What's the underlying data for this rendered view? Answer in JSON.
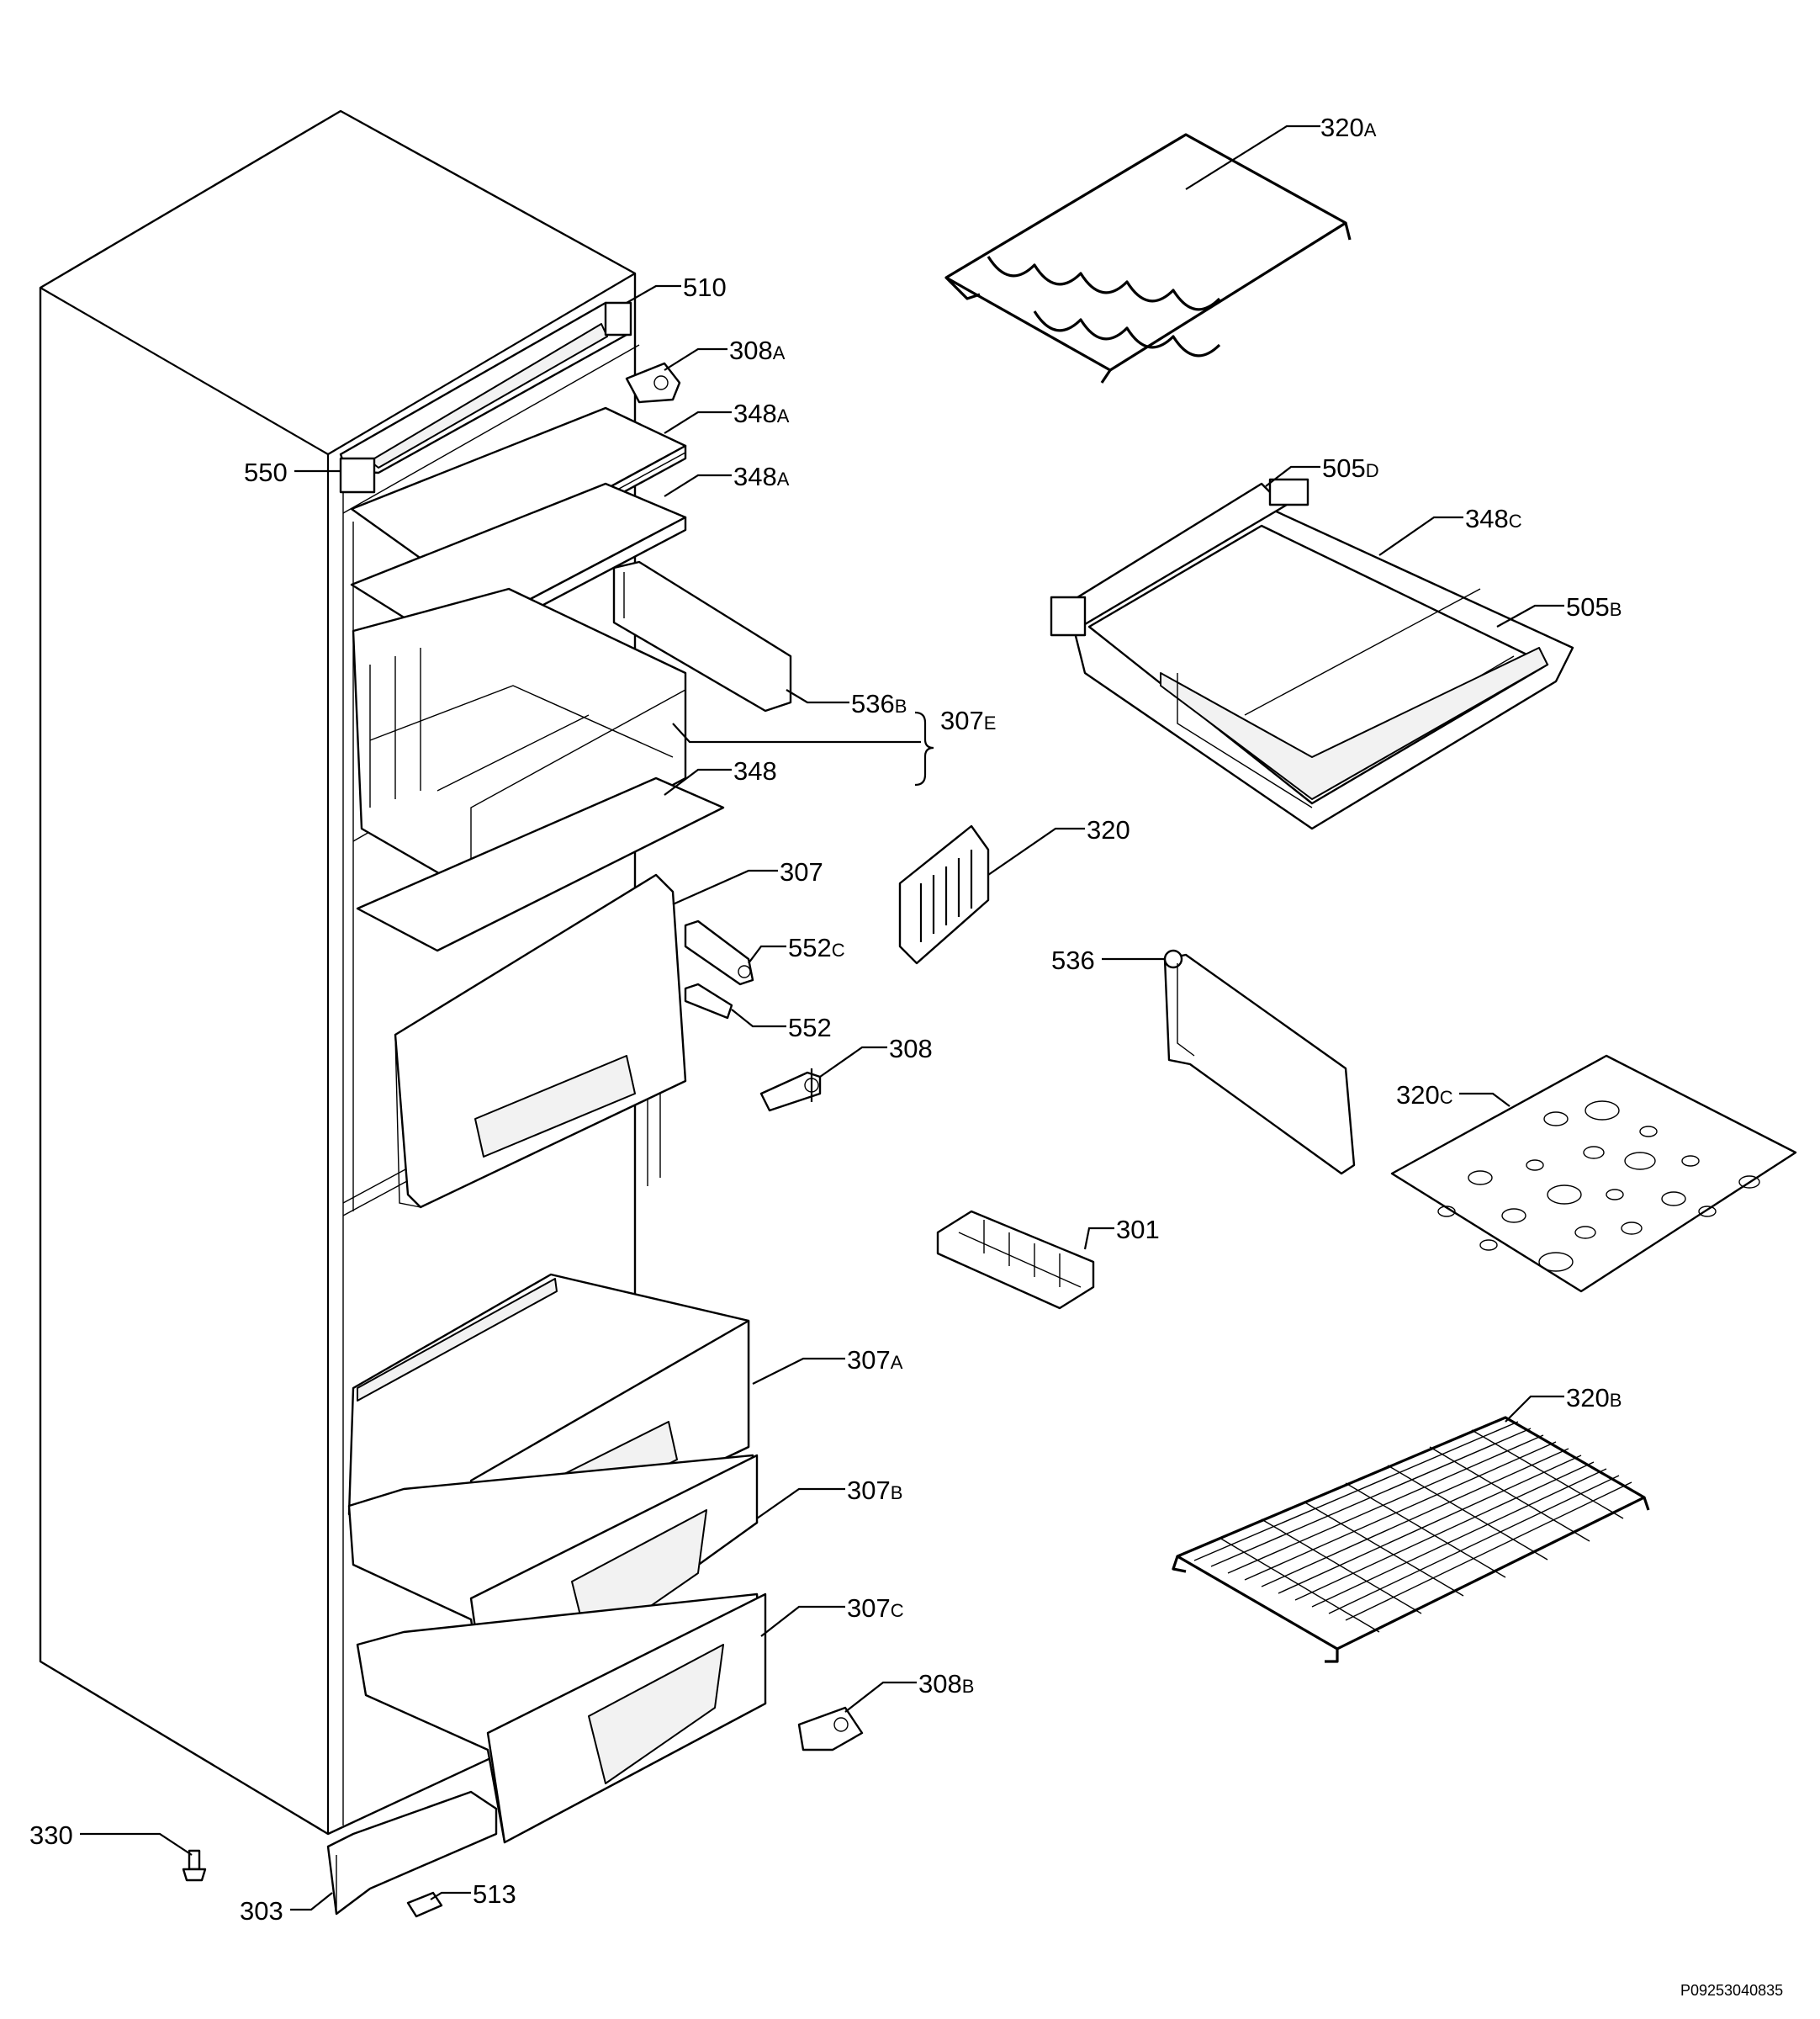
{
  "drawing_ref": "P09253040835",
  "callouts": [
    {
      "num": "320",
      "suffix": "A"
    },
    {
      "num": "510",
      "suffix": ""
    },
    {
      "num": "308",
      "suffix": "A"
    },
    {
      "num": "348",
      "suffix": "A"
    },
    {
      "num": "348",
      "suffix": "A"
    },
    {
      "num": "550",
      "suffix": ""
    },
    {
      "num": "505",
      "suffix": "D"
    },
    {
      "num": "348",
      "suffix": "C"
    },
    {
      "num": "505",
      "suffix": "B"
    },
    {
      "num": "536",
      "suffix": "B"
    },
    {
      "num": "307",
      "suffix": "E"
    },
    {
      "num": "348",
      "suffix": ""
    },
    {
      "num": "320",
      "suffix": ""
    },
    {
      "num": "307",
      "suffix": ""
    },
    {
      "num": "552",
      "suffix": "C"
    },
    {
      "num": "536",
      "suffix": ""
    },
    {
      "num": "552",
      "suffix": ""
    },
    {
      "num": "308",
      "suffix": ""
    },
    {
      "num": "320",
      "suffix": "C"
    },
    {
      "num": "301",
      "suffix": ""
    },
    {
      "num": "307",
      "suffix": "A"
    },
    {
      "num": "320",
      "suffix": "B"
    },
    {
      "num": "307",
      "suffix": "B"
    },
    {
      "num": "307",
      "suffix": "C"
    },
    {
      "num": "308",
      "suffix": "B"
    },
    {
      "num": "330",
      "suffix": ""
    },
    {
      "num": "513",
      "suffix": ""
    },
    {
      "num": "303",
      "suffix": ""
    }
  ]
}
